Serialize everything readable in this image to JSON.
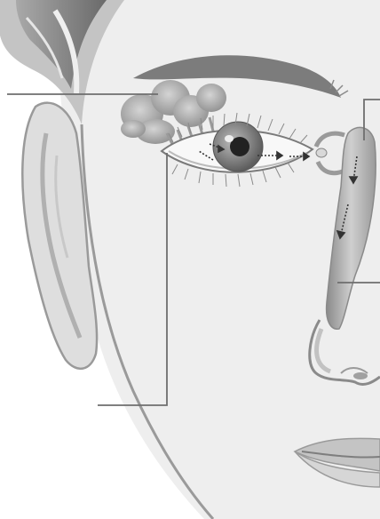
{
  "diagram": {
    "kind": "lacrimal-apparatus-illustration",
    "labels": [],
    "colors": {
      "background": "#ffffff",
      "skin": "#eeeeee",
      "skin_shadow": "#d6d6d6",
      "hair": "#7a7a7a",
      "hair_light": "#bdbdbd",
      "outline": "#8c8c8c",
      "gland": "#9f9f9f",
      "duct": "#a8a8a8",
      "iris": "#7d7d7d",
      "pupil": "#222222",
      "leader_line": "#6e6e6e",
      "tear_arrow": "#333333"
    },
    "parts": [
      "lacrimal-gland",
      "eyebrow",
      "eye",
      "lacrimal-canaliculi",
      "lacrimal-sac",
      "nasolacrimal-duct",
      "ear",
      "hair",
      "nose",
      "lips"
    ],
    "leader_lines": [
      "lacrimal-gland-pointer",
      "lacrimal-sac-pointer",
      "nasolacrimal-duct-pointer",
      "lower-left-pointer"
    ],
    "tear_flow_arrows": 6
  }
}
